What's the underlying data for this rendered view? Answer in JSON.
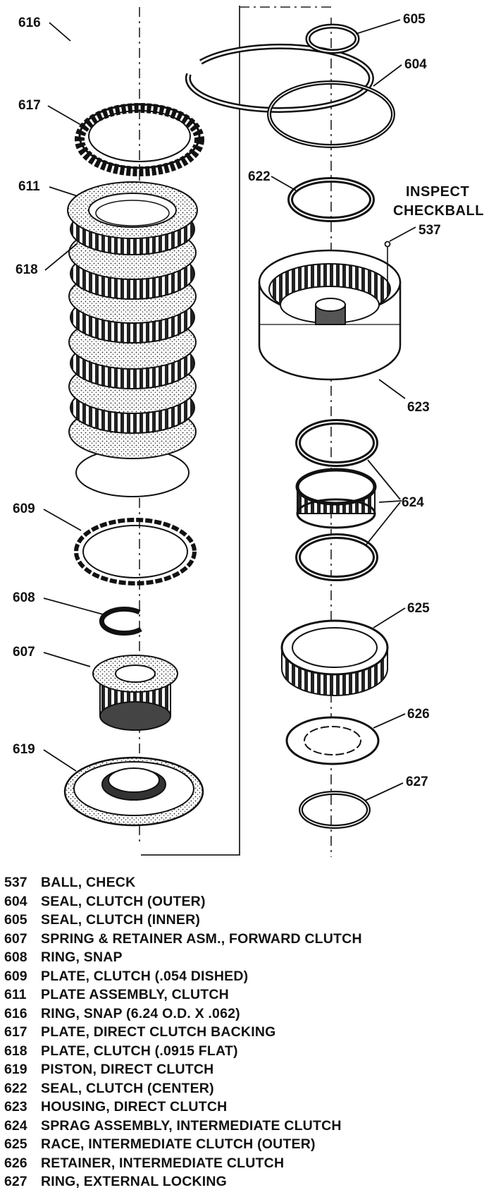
{
  "callouts": {
    "c616": "616",
    "c617": "617",
    "c611": "611",
    "c618": "618",
    "c609": "609",
    "c608": "608",
    "c607": "607",
    "c619": "619",
    "c605": "605",
    "c604": "604",
    "c622": "622",
    "c537": "537",
    "c623": "623",
    "c624": "624",
    "c625": "625",
    "c626": "626",
    "c627": "627"
  },
  "note": {
    "line1": "INSPECT",
    "line2": "CHECKBALL"
  },
  "legend": [
    {
      "num": "537",
      "text": "BALL, CHECK"
    },
    {
      "num": "604",
      "text": "SEAL, CLUTCH (OUTER)"
    },
    {
      "num": "605",
      "text": "SEAL, CLUTCH (INNER)"
    },
    {
      "num": "607",
      "text": "SPRING & RETAINER ASM., FORWARD CLUTCH"
    },
    {
      "num": "608",
      "text": "RING, SNAP"
    },
    {
      "num": "609",
      "text": "PLATE, CLUTCH (.054 DISHED)"
    },
    {
      "num": "611",
      "text": "PLATE ASSEMBLY, CLUTCH"
    },
    {
      "num": "616",
      "text": "RING, SNAP (6.24 O.D. X .062)"
    },
    {
      "num": "617",
      "text": "PLATE, DIRECT CLUTCH BACKING"
    },
    {
      "num": "618",
      "text": "PLATE, CLUTCH (.0915 FLAT)"
    },
    {
      "num": "619",
      "text": "PISTON, DIRECT CLUTCH"
    },
    {
      "num": "622",
      "text": "SEAL, CLUTCH (CENTER)"
    },
    {
      "num": "623",
      "text": "HOUSING, DIRECT CLUTCH"
    },
    {
      "num": "624",
      "text": "SPRAG ASSEMBLY, INTERMEDIATE CLUTCH"
    },
    {
      "num": "625",
      "text": "RACE, INTERMEDIATE CLUTCH (OUTER)"
    },
    {
      "num": "626",
      "text": "RETAINER, INTERMEDIATE CLUTCH"
    },
    {
      "num": "627",
      "text": "RING, EXTERNAL LOCKING"
    }
  ]
}
